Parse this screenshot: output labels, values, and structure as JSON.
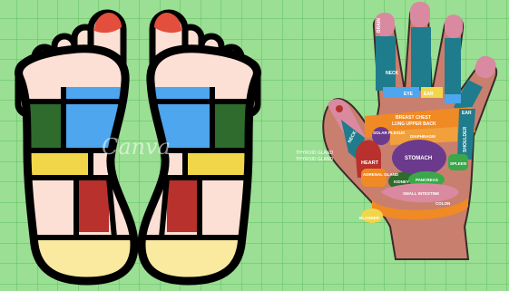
{
  "watermark": "Canva",
  "hand_labels": {
    "brain": "BRAIN",
    "neck": "NECK",
    "eye": "EYE",
    "ear_top": "EAR",
    "ear": "EAR",
    "breast_chest": "BREAST CHEST",
    "lung_upper_back": "LUNG UPPER BACK",
    "shoulder": "SHOULDER",
    "neck_side": "NECK",
    "solar_plexus": "SOLAR PLEXUS",
    "diaphragm": "DIAPHRAGM",
    "heart": "HEART",
    "adrenal_gland": "ADRENAL GLAND",
    "stomach": "STOMACH",
    "spleen": "SPLEEN",
    "kidney": "KIDNEY",
    "pancreas": "PANCREAS",
    "small_intestine": "SMALL INTESTINE",
    "colon": "COLON",
    "bladder": "BLADDER"
  },
  "side_labels": {
    "thyroid_line1": "THYROID GLAND",
    "thyroid_line2": "THYROID GLAND"
  },
  "colors": {
    "background": "#9adf93",
    "grid": "#5fbf63",
    "outline": "#000000",
    "skin": "#fde0d5",
    "toe_tip": "#e34f3c",
    "blue": "#4da6ee",
    "dark_green": "#2e6b2d",
    "yellow": "#f2d64a",
    "dark_red": "#b8312c",
    "light_yellow": "#faeaa0",
    "hand_skin": "#c97f6e",
    "teal": "#1f7c8c",
    "pink": "#d98aa0",
    "orange": "#f08a24",
    "purple": "#6b3a8c",
    "green": "#3aa84a"
  }
}
